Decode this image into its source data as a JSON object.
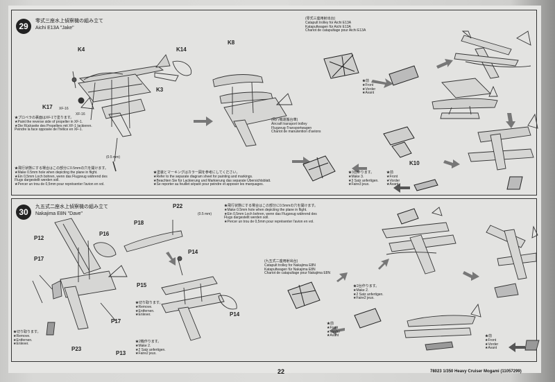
{
  "step29": {
    "number": "29",
    "title_jp": "零式三座水上偵察機の組み立て",
    "title_en": "Aichi E13A \"Jake\"",
    "parts": {
      "k4": "K4",
      "k14": "K14",
      "k3": "K3",
      "k8": "K8",
      "k17": "K17",
      "xf16a": "XF-16",
      "xf16b": "XF-16",
      "k10": "K10"
    },
    "hole_size": "(0.5 mm)",
    "propeller_note": [
      "★プロペラの裏面はXF-1で塗ります。",
      "★Paint the reverse side of propeller in XF-1.",
      "★Die Rückseite des Propellers mit XF-1 lackieren.",
      "Peindre la face opposée de l'hélice en XF-1."
    ],
    "hole_note": [
      "★飛行状態にする場合はこの部分に0.5mmの穴を開けます。",
      "★Make 0.5mm hole when depicting the plane in flight.",
      "★Ein 0,5mm Loch bohren, wenn das Flugzeug während des",
      "Flugs dargestellt werden soll.",
      "★Percer un trou de 0,5mm pour représenter l'avion en vol."
    ],
    "paint_note": [
      "★塗装とマーキングはカラー図を参考にしてください。",
      "★Refer to the separate diagram sheet for painting and markings.",
      "★Beachten Sie für Lackierung und Markierung das separate Übersichtsblatt.",
      "★Se reporter au feuillet séparé pour peindre et apposer les marquages."
    ],
    "catapult_label": [
      "(零式三座用射出台)",
      "Catapult trolley for Aichi E13A",
      "Katapultwagen für Aichi E13A",
      "Chariot de catapultage pour Aichi E13A"
    ],
    "trolley_label": [
      "(飛行機運搬台車)",
      "Aircraft transport trolley",
      "Flugzeug-Transportwagen",
      "Chariot de manutention d'avions"
    ],
    "front_label": [
      "★前",
      "★Front",
      "★Vorder",
      "★Avant"
    ],
    "make3_label": [
      "★3台作ります。",
      "★Make 3.",
      "★3 Satz anfertigen.",
      "★Faire3 jeux."
    ],
    "front_label2": [
      "★前",
      "★Front",
      "★Vorder",
      "★Avant"
    ]
  },
  "step30": {
    "number": "30",
    "title_jp": "九五式二座水上偵察機の組み立て",
    "title_en": "Nakajima E8N \"Dave\"",
    "parts": {
      "p22": "P22",
      "p18": "P18",
      "p12": "P12",
      "p16": "P16",
      "p17a": "P17",
      "p17b": "P17",
      "p15": "P15",
      "p14a": "P14",
      "p14b": "P14",
      "p23": "P23",
      "p13": "P13"
    },
    "hole_size": "(0.5 mm)",
    "hole_note": [
      "★飛行状態にする場合はこの部分に0.5mmの穴を開けます。",
      "★Make 0.5mm hole when depicting the plane in flight.",
      "★Ein 0,5mm Loch bohren, wenn das Flugzeug während des",
      "Flugs dargestellt werden soll.",
      "★Percer un trou de 0,5mm pour représenter l'avion en vol."
    ],
    "cut_note_a": [
      "★切り取ります。",
      "★Remove.",
      "★Entfernen.",
      "★Enlever."
    ],
    "cut_note_b": [
      "★切り取ります。",
      "★Remove.",
      "★Entfernen.",
      "★Enlever."
    ],
    "make2_note_a": [
      "★2機作ります。",
      "★Make 2.",
      "★2 Satz anfertigen.",
      "★Faire2 jeux."
    ],
    "catapult_label": [
      "(九五式二座用射出台)",
      "Catapult trolley for Nakajima E8N",
      "Katapultwagen für Nakajima E8N",
      "Chariot de catapultage pour Nakajima E8N"
    ],
    "make2_note_b": [
      "★2台作ります。",
      "★Make 2.",
      "★2 Satz anfertigen.",
      "★Faire2 jeux."
    ],
    "front_label": [
      "★前",
      "★Front",
      "★Vorder",
      "★Avant"
    ],
    "front_label2": [
      "★前",
      "★Front",
      "★Vorder",
      "★Avant"
    ]
  },
  "footer": {
    "page_number": "22",
    "kit": "78023 1/350 Heavy Cruiser Mogami (11057299)"
  }
}
